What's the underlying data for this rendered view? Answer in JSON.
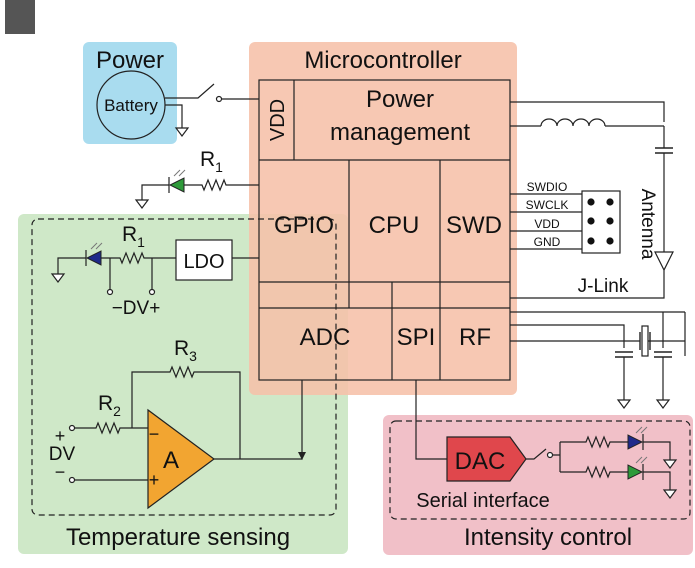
{
  "colors": {
    "power_bg": "#a9dcef",
    "mcu_bg": "#f6c0a8",
    "temp_bg": "#cfe8c8",
    "intensity_bg": "#f1c0c8",
    "dac_fill": "#e0474c",
    "amp_fill": "#f2a531",
    "led_green": "#2e9a3a",
    "led_blue": "#1f2a8a",
    "corner_mark": "#555555"
  },
  "regions": {
    "power": "Power",
    "microcontroller": "Microcontroller",
    "temperature_sensing": "Temperature sensing",
    "intensity_control": "Intensity control"
  },
  "power": {
    "battery": "Battery"
  },
  "mcu_blocks": {
    "vdd": "VDD",
    "power_management_line1": "Power",
    "power_management_line2": "management",
    "gpio": "GPIO",
    "cpu": "CPU",
    "swd": "SWD",
    "adc": "ADC",
    "spi": "SPI",
    "rf": "RF"
  },
  "debug_pins": [
    "SWDIO",
    "SWCLK",
    "VDD",
    "GND"
  ],
  "labels": {
    "antenna": "Antenna",
    "jlink": "J-Link",
    "ldo": "LDO",
    "dv_diff": "−DV+",
    "dv": "DV",
    "dv_plus": "+",
    "dv_minus": "−",
    "amp": "A",
    "amp_minus": "−",
    "amp_plus": "+",
    "dac": "DAC",
    "serial_interface": "Serial interface"
  },
  "resistors": {
    "r1_top": {
      "letter": "R",
      "sub": "1"
    },
    "r1_ldo": {
      "letter": "R",
      "sub": "1"
    },
    "r2": {
      "letter": "R",
      "sub": "2"
    },
    "r3": {
      "letter": "R",
      "sub": "3"
    }
  }
}
